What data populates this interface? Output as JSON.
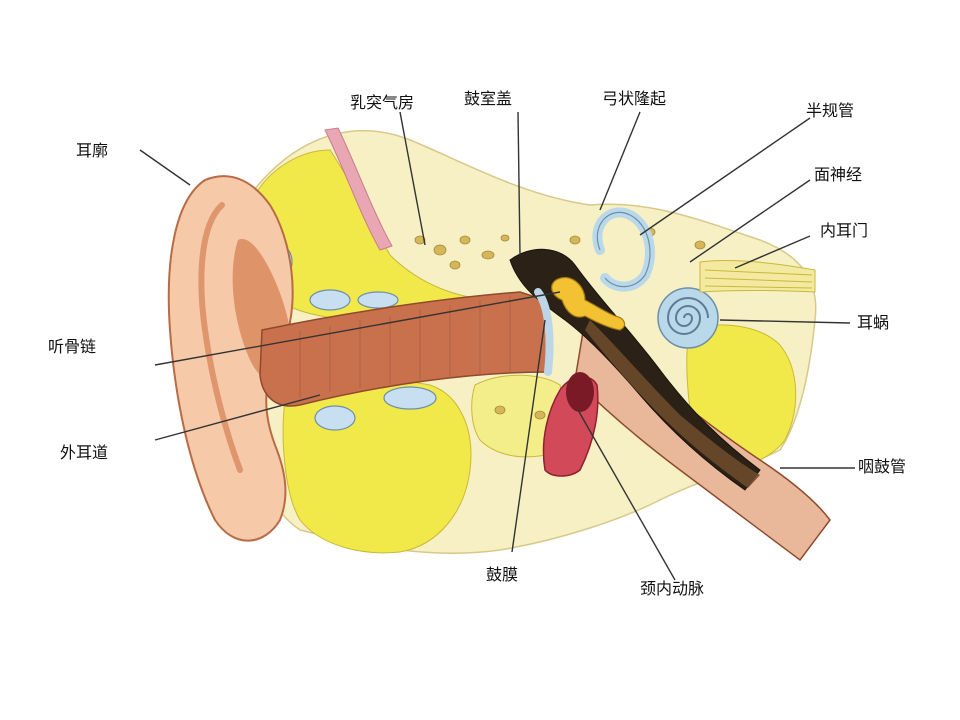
{
  "labels": {
    "auricle": "耳廓",
    "mastoid_cells": "乳突气房",
    "tegmen_tympani": "鼓室盖",
    "arcuate_eminence": "弓状隆起",
    "semicircular_canals": "半规管",
    "facial_nerve": "面神经",
    "internal_acoustic_meatus": "内耳门",
    "cochlea": "耳蜗",
    "ossicular_chain": "听骨链",
    "external_auditory_canal": "外耳道",
    "eustachian_tube": "咽鼓管",
    "tympanic_membrane": "鼓膜",
    "internal_carotid_artery": "颈内动脉"
  },
  "colors": {
    "skin": "#f6c9a8",
    "skin_dark": "#d98a5e",
    "canal": "#c9714d",
    "bone": "#f6f0c4",
    "marrow": "#f1e84a",
    "air_cells": "#c7dff0",
    "ossicles": "#f2c232",
    "cavity": "#2b2116",
    "labyrinth": "#b9d8ea",
    "artery": "#d2495a",
    "nerve": "#f3e9a0"
  }
}
